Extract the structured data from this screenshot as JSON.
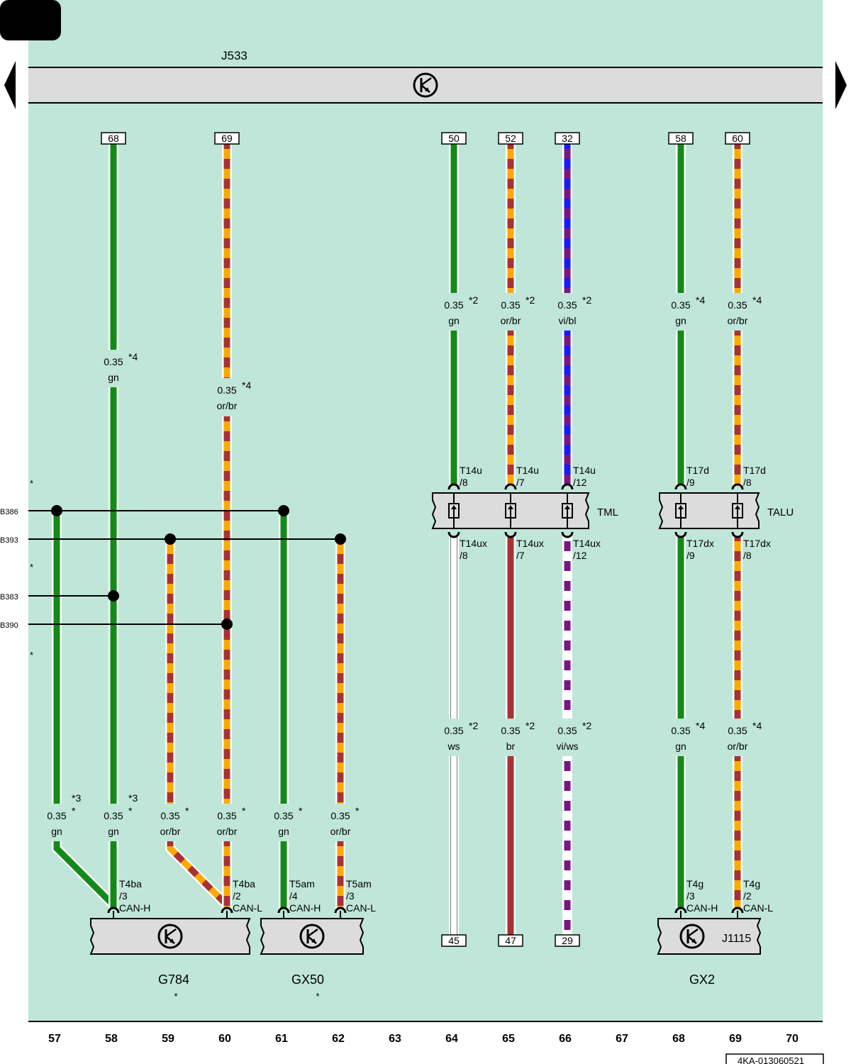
{
  "header": {
    "module_label": "J533"
  },
  "colors": {
    "background": "#bfe6d8",
    "module_fill": "#dcdcdc",
    "gn": "#138a18",
    "or": "#ffa800",
    "br": "#a83232",
    "bl": "#1a1aff",
    "vi": "#7a1582",
    "ws": "#ffffff"
  },
  "wires": [
    {
      "id": "w58",
      "color": "gn",
      "pin": "68",
      "labels": [
        {
          "size": "0.35",
          "note": "*4",
          "color": "gn"
        }
      ]
    },
    {
      "id": "w60",
      "color": "or/br",
      "pin": "69",
      "labels": [
        {
          "size": "0.35",
          "note": "*4",
          "color": "or/br"
        }
      ]
    },
    {
      "id": "w64a",
      "color": "gn",
      "pin": "50",
      "labels": [
        {
          "size": "0.35",
          "note": "*2",
          "color": "gn"
        }
      ]
    },
    {
      "id": "w65a",
      "color": "or/br",
      "pin": "52",
      "labels": [
        {
          "size": "0.35",
          "note": "*2",
          "color": "or/br"
        }
      ]
    },
    {
      "id": "w66a",
      "color": "vi/bl",
      "pin": "32",
      "labels": [
        {
          "size": "0.35",
          "note": "*2",
          "color": "vi/bl"
        }
      ]
    },
    {
      "id": "w68a",
      "color": "gn",
      "pin": "58",
      "labels": [
        {
          "size": "0.35",
          "note": "*4",
          "color": "gn"
        }
      ]
    },
    {
      "id": "w69a",
      "color": "or/br",
      "pin": "60",
      "labels": [
        {
          "size": "0.35",
          "note": "*4",
          "color": "or/br"
        }
      ]
    },
    {
      "id": "w64b",
      "color": "ws",
      "pin": "45",
      "labels": [
        {
          "size": "0.35",
          "note": "*2",
          "color": "ws"
        }
      ]
    },
    {
      "id": "w65b",
      "color": "br",
      "pin": "47",
      "labels": [
        {
          "size": "0.35",
          "note": "*2",
          "color": "br"
        }
      ]
    },
    {
      "id": "w66b",
      "color": "vi/ws",
      "pin": "29",
      "labels": [
        {
          "size": "0.35",
          "note": "*2",
          "color": "vi/ws"
        }
      ]
    },
    {
      "id": "w68b",
      "color": "gn",
      "pin": "",
      "labels": [
        {
          "size": "0.35",
          "note": "*4",
          "color": "gn"
        }
      ]
    },
    {
      "id": "w69b",
      "color": "or/br",
      "pin": "",
      "labels": [
        {
          "size": "0.35",
          "note": "*4",
          "color": "or/br"
        }
      ]
    }
  ],
  "lower_labels": [
    {
      "size": "0.35",
      "color": "gn",
      "note": "*",
      "note2": "*3"
    },
    {
      "size": "0.35",
      "color": "gn",
      "note": "*",
      "note2": "*3"
    },
    {
      "size": "0.35",
      "color": "or/br",
      "note": "*"
    },
    {
      "size": "0.35",
      "color": "or/br",
      "note": "*"
    },
    {
      "size": "0.35",
      "color": "gn",
      "note": "*"
    },
    {
      "size": "0.35",
      "color": "or/br",
      "note": "*"
    }
  ],
  "buses": [
    {
      "label": "B386"
    },
    {
      "label": "B393"
    },
    {
      "label": "B383"
    },
    {
      "label": "B390"
    }
  ],
  "side_notes": [
    "*",
    "*",
    "*"
  ],
  "connectors": {
    "tml_top": [
      {
        "name": "T14u",
        "pin": "/8"
      },
      {
        "name": "T14u",
        "pin": "/7"
      },
      {
        "name": "T14u",
        "pin": "/12"
      }
    ],
    "tml_bot": [
      {
        "name": "T14ux",
        "pin": "/8"
      },
      {
        "name": "T14ux",
        "pin": "/7"
      },
      {
        "name": "T14ux",
        "pin": "/12"
      }
    ],
    "talu_top": [
      {
        "name": "T17d",
        "pin": "/9"
      },
      {
        "name": "T17d",
        "pin": "/8"
      }
    ],
    "talu_bot": [
      {
        "name": "T17dx",
        "pin": "/9"
      },
      {
        "name": "T17dx",
        "pin": "/8"
      }
    ],
    "g784": [
      {
        "name": "T4ba",
        "pin": "/3",
        "sig": "CAN-H"
      },
      {
        "name": "T4ba",
        "pin": "/2",
        "sig": "CAN-L"
      }
    ],
    "gx50": [
      {
        "name": "T5am",
        "pin": "/4",
        "sig": "CAN-H"
      },
      {
        "name": "T5am",
        "pin": "/3",
        "sig": "CAN-L"
      }
    ],
    "gx2": [
      {
        "name": "T4g",
        "pin": "/3",
        "sig": "CAN-H"
      },
      {
        "name": "T4g",
        "pin": "/2",
        "sig": "CAN-L"
      }
    ]
  },
  "modules": {
    "tml": "TML",
    "talu": "TALU",
    "g784": "G784",
    "g784_note": "*",
    "gx50": "GX50",
    "gx50_note": "*",
    "gx2": "GX2",
    "j1115": "J1115"
  },
  "columns": [
    "57",
    "58",
    "59",
    "60",
    "61",
    "62",
    "63",
    "64",
    "65",
    "66",
    "67",
    "68",
    "69",
    "70"
  ],
  "footer": {
    "doc_id": "4KA-013060521"
  }
}
